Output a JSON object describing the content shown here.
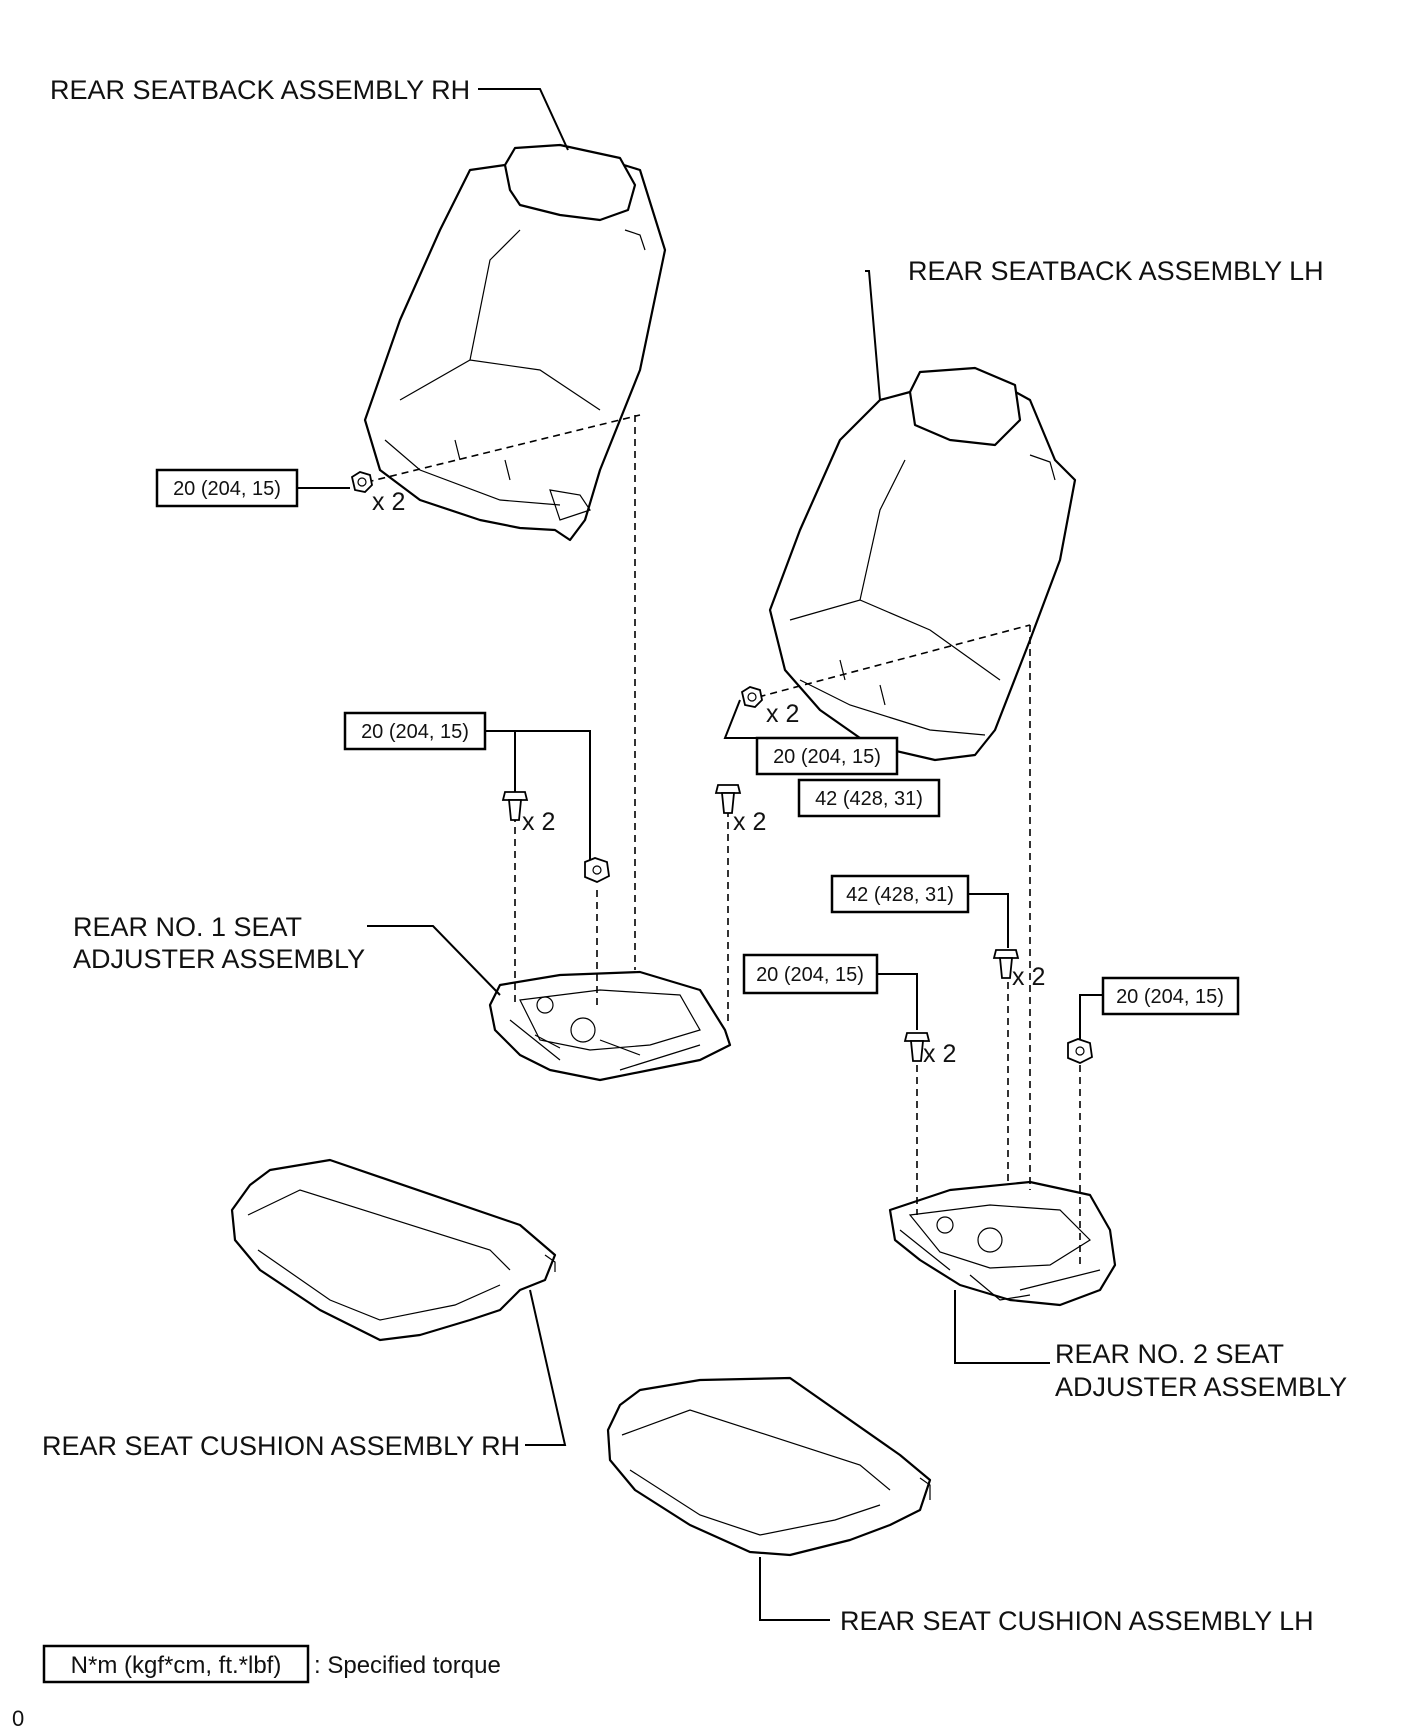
{
  "parts": {
    "seatback_rh": "REAR SEATBACK ASSEMBLY RH",
    "seatback_lh": "REAR SEATBACK ASSEMBLY LH",
    "adjuster_no1_line1": "REAR NO. 1 SEAT",
    "adjuster_no1_line2": "ADJUSTER ASSEMBLY",
    "adjuster_no2_line1": "REAR NO. 2 SEAT",
    "adjuster_no2_line2": "ADJUSTER ASSEMBLY",
    "cushion_rh": "REAR SEAT CUSHION ASSEMBLY RH",
    "cushion_lh": "REAR SEAT CUSHION ASSEMBLY LH"
  },
  "torques": {
    "t1": "20 (204, 15)",
    "t2": "20 (204, 15)",
    "t3": "20 (204, 15)",
    "t4": "42 (428, 31)",
    "t5": "42 (428, 31)",
    "t6": "20 (204, 15)",
    "t7": "20 (204, 15)"
  },
  "quantities": {
    "q1": "x 2",
    "q2": "x 2",
    "q3": "x 2",
    "q4": "x 2",
    "q5": "x 2",
    "q6": "x 2"
  },
  "legend": {
    "unit": "N*m (kgf*cm, ft.*lbf)",
    "description": ": Specified torque"
  },
  "figure_id": "0"
}
